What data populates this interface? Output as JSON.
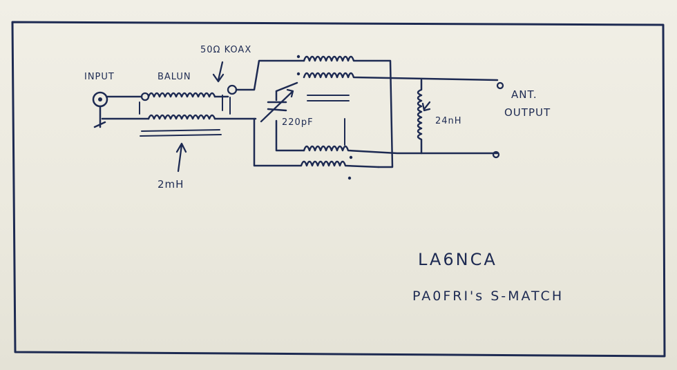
{
  "diagram": {
    "labels": {
      "input": "INPUT",
      "balun": "BALUN",
      "coax": "50Ω KOAX",
      "choke_inductance": "2mH",
      "capacitor": "220pF",
      "inductor": "24nH",
      "ant_output_line1": "ANT.",
      "ant_output_line2": "OUTPUT",
      "callsign": "LA6NCA",
      "description": "PA0FRI's S-MATCH"
    }
  }
}
